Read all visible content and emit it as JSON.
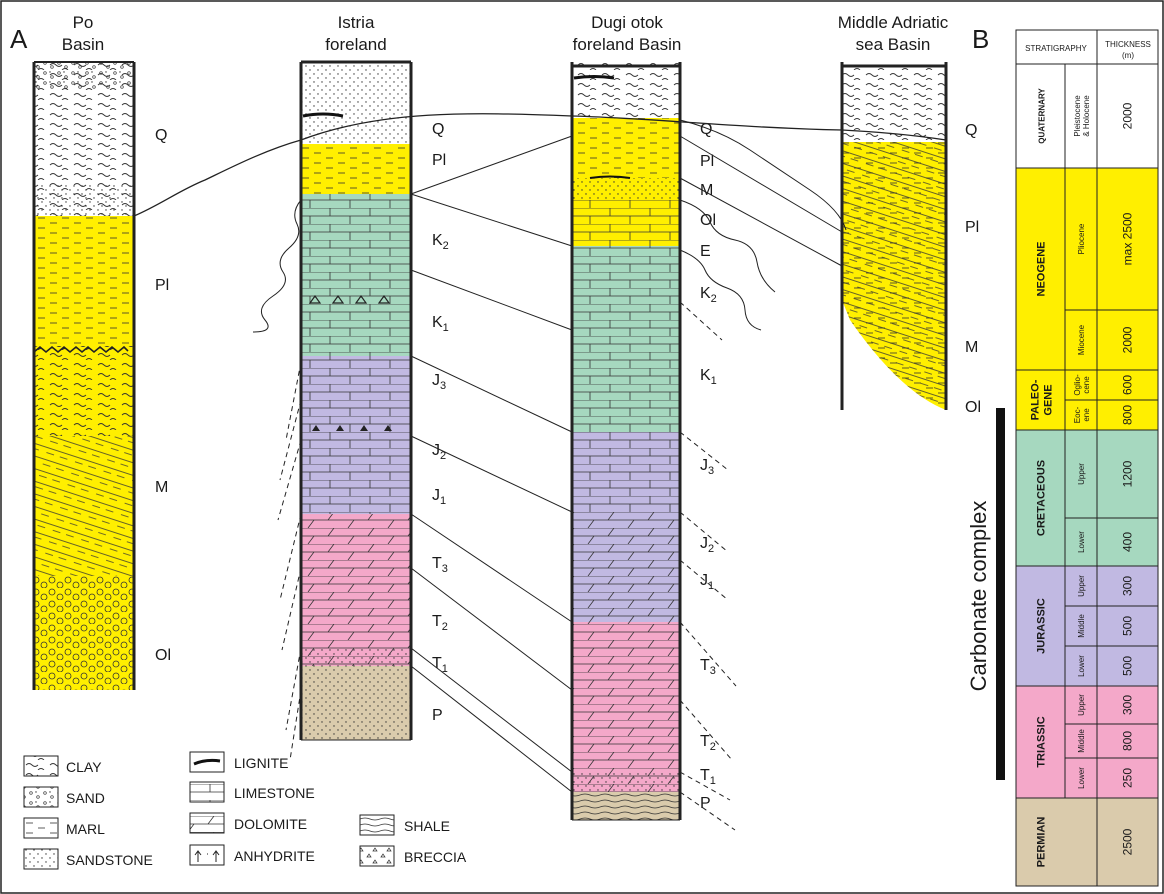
{
  "panel_a": {
    "letter": "A",
    "columns": [
      {
        "title1": "Po",
        "title2": "Basin",
        "labels": [
          "Q",
          "Pl",
          "M",
          "Ol"
        ]
      },
      {
        "title1": "Istria",
        "title2": "foreland",
        "labels": [
          "Q",
          "Pl",
          "K2",
          "K1",
          "J3",
          "J2",
          "J1",
          "T3",
          "T2",
          "T1",
          "P"
        ]
      },
      {
        "title1": "Dugi otok",
        "title2": "foreland Basin",
        "labels": [
          "Q",
          "Pl",
          "M",
          "Ol",
          "E",
          "K2",
          "K1",
          "J3",
          "J2",
          "J1",
          "T3",
          "T2",
          "T1",
          "P"
        ]
      },
      {
        "title1": "Middle Adriatic",
        "title2": "sea Basin",
        "labels": [
          "Q",
          "Pl",
          "M",
          "Ol"
        ]
      }
    ],
    "legend": [
      {
        "key": "clay",
        "label": "CLAY"
      },
      {
        "key": "sand",
        "label": "SAND"
      },
      {
        "key": "marl",
        "label": "MARL"
      },
      {
        "key": "sandstone",
        "label": "SANDSTONE"
      },
      {
        "key": "lignite",
        "label": "LIGNITE"
      },
      {
        "key": "limestone",
        "label": "LIMESTONE"
      },
      {
        "key": "dolomite",
        "label": "DOLOMITE"
      },
      {
        "key": "anhydrite",
        "label": "ANHYDRITE"
      },
      {
        "key": "shale",
        "label": "SHALE"
      },
      {
        "key": "breccia",
        "label": "BRECCIA"
      }
    ]
  },
  "panel_b": {
    "letter": "B",
    "header_stratigraphy": "STRATIGRAPHY",
    "header_thickness": "THICKNESS",
    "header_unit": "(m)",
    "bracket_label": "Carbonate complex",
    "systems": [
      {
        "name": "QUATERNARY",
        "name2": "",
        "color": "#ffffff"
      },
      {
        "name": "NEOGENE",
        "name2": "",
        "color": "#ffef00"
      },
      {
        "name": "PALEO-",
        "name2": "GENE",
        "color": "#ffef00"
      },
      {
        "name": "CRETACEOUS",
        "name2": "",
        "color": "#a6d8bf"
      },
      {
        "name": "JURASSIC",
        "name2": "",
        "color": "#c1b9e2"
      },
      {
        "name": "TRIASSIC",
        "name2": "",
        "color": "#f4a8c9"
      },
      {
        "name": "PERMIAN",
        "name2": "",
        "color": "#dacbac"
      }
    ],
    "series": [
      {
        "name": "Pleistocene",
        "name2": "& Holocene",
        "thickness": "2000"
      },
      {
        "name": "Pliocene",
        "name2": "",
        "thickness": "max 2500"
      },
      {
        "name": "Miocene",
        "name2": "",
        "thickness": "2000"
      },
      {
        "name": "Oglio-",
        "name2": "cene",
        "thickness": "600"
      },
      {
        "name": "Eoc-",
        "name2": "ene",
        "thickness": "800"
      },
      {
        "name": "Upper",
        "name2": "",
        "thickness": "1200"
      },
      {
        "name": "Lower",
        "name2": "",
        "thickness": "400"
      },
      {
        "name": "Upper",
        "name2": "",
        "thickness": "300"
      },
      {
        "name": "Middle",
        "name2": "",
        "thickness": "500"
      },
      {
        "name": "Lower",
        "name2": "",
        "thickness": "500"
      },
      {
        "name": "Upper",
        "name2": "",
        "thickness": "300"
      },
      {
        "name": "Middle",
        "name2": "",
        "thickness": "800"
      },
      {
        "name": "Lower",
        "name2": "",
        "thickness": "250"
      },
      {
        "name": "",
        "name2": "",
        "thickness": "2500"
      }
    ]
  },
  "colors": {
    "neogene": "#ffef00",
    "cretaceous": "#a6d8bf",
    "jurassic": "#c1b9e2",
    "triassic": "#f4a8c9",
    "permian": "#dacbac",
    "quaternary": "#ffffff"
  }
}
